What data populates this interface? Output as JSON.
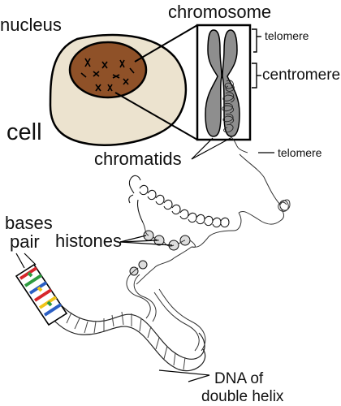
{
  "labels": {
    "nucleus": "nucleus",
    "cell": "cell",
    "chromosome": "chromosome",
    "telomere_top": "telomere",
    "centromere": "centromere",
    "telomere_right": "telomere",
    "chromatids": "chromatids",
    "bases": "bases",
    "pair": "pair",
    "histones": "histones",
    "dna_line1": "DNA of",
    "dna_line2": "double helix"
  },
  "colors": {
    "cell_fill": "#ece3cf",
    "nucleus_fill": "#8f5128",
    "chromosome_fill": "#8e8e8e",
    "base_red": "#d7262b",
    "base_green": "#2e9b3f",
    "base_blue": "#2b5fc4",
    "base_yellow": "#f0c419"
  }
}
